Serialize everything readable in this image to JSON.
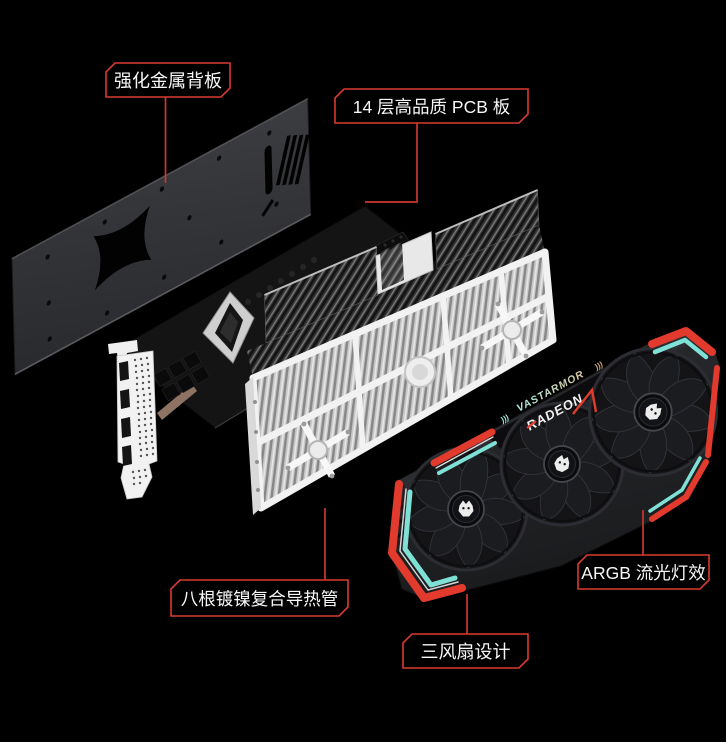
{
  "scene": {
    "background": "#000000"
  },
  "colors": {
    "callout_red": "#d93a2f",
    "accent_red": "#e23b2e",
    "accent_teal": "#7fe0d5",
    "backplate_gray": "#303034",
    "heatsink_white": "#efefef",
    "shroud_black": "#232427"
  },
  "callouts": {
    "backplate": {
      "label": "强化金属背板"
    },
    "pcb": {
      "label": "14 层高品质 PCB 板"
    },
    "heatpipes": {
      "label": "八根镀镍复合导热管"
    },
    "fans": {
      "label": "三风扇设计"
    },
    "argb": {
      "label": "ARGB 流光灯效"
    }
  },
  "branding": {
    "vastarmor": "VASTARMOR",
    "radeon": "RADEON",
    "marks_left": ")))",
    "marks_right": ")))"
  }
}
